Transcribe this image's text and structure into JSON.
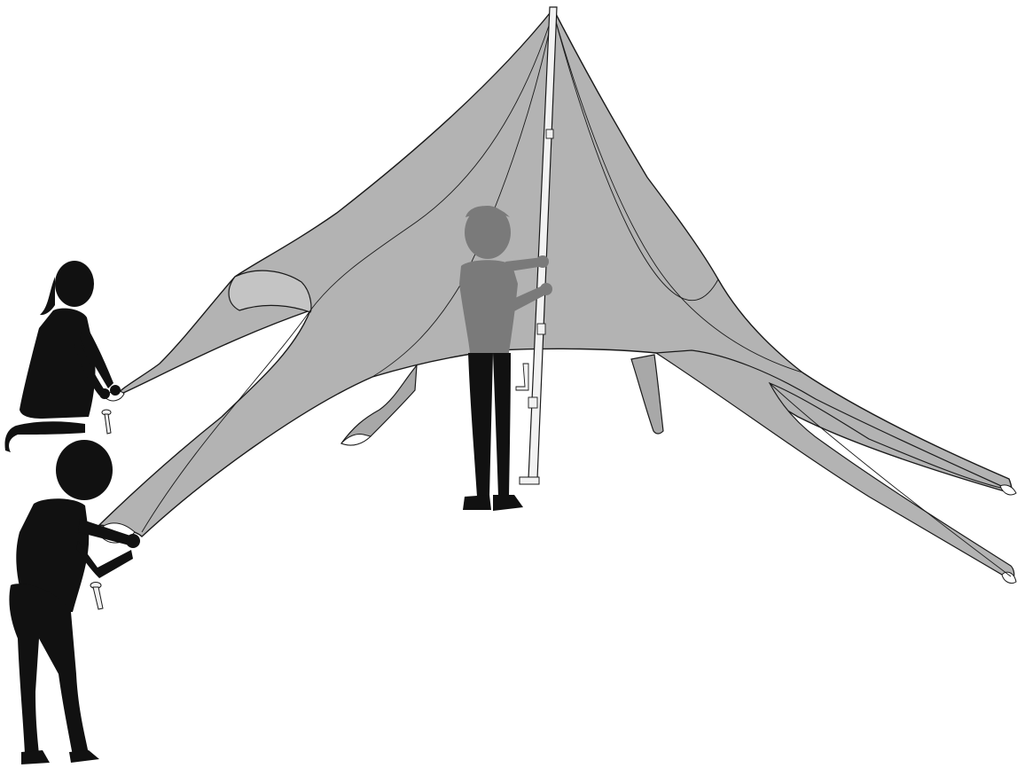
{
  "illustration": {
    "subject": "",
    "colors": {
      "background": "#ffffff",
      "canvas": "#b3b3b3",
      "canvas_back": "#a8a8a8",
      "canvas_inner": "#c4c4c4",
      "outline": "#1a1a1a",
      "pole": "#f2f2f2",
      "silhouette": "#111111",
      "silhouette_ghost": "#7a7a7a"
    },
    "figures": [
      "kneeling-person",
      "crouching-person",
      "person-holding-pole"
    ],
    "icons": [
      "ground-stake-icon",
      "ground-stake-icon"
    ]
  }
}
